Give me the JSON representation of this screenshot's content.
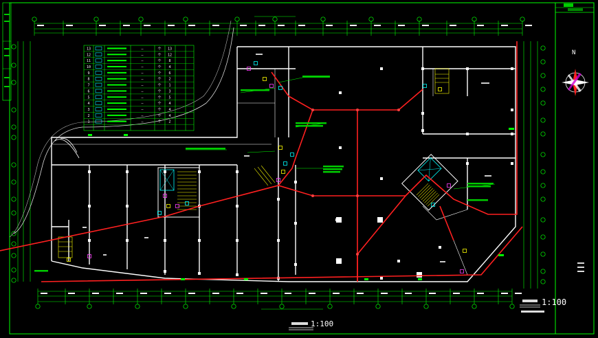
{
  "drawing": {
    "main_scale": "1:100",
    "side_scale": "1:100",
    "north": "N",
    "colors": {
      "background": "#000000",
      "frame": "#00ff00",
      "wall": "#ffffff",
      "fire_line": "#ff2020",
      "dimension": "#00ff00",
      "equipment": "#00ffff",
      "note": "#ffff00"
    }
  },
  "legend": {
    "rows": [
      {
        "no": "13",
        "dash": "—",
        "a": "个",
        "b": "13"
      },
      {
        "no": "12",
        "dash": "—",
        "a": "个",
        "b": "12"
      },
      {
        "no": "11",
        "dash": "—",
        "a": "个",
        "b": "8"
      },
      {
        "no": "10",
        "dash": "—",
        "a": "个",
        "b": "4"
      },
      {
        "no": "9",
        "dash": "—",
        "a": "个",
        "b": "6"
      },
      {
        "no": "8",
        "dash": "—",
        "a": "个",
        "b": "2"
      },
      {
        "no": "7",
        "dash": "—",
        "a": "个",
        "b": "1"
      },
      {
        "no": "6",
        "dash": "—",
        "a": "个",
        "b": "3"
      },
      {
        "no": "5",
        "dash": "—",
        "a": "个",
        "b": "5"
      },
      {
        "no": "4",
        "dash": "—",
        "a": "个",
        "b": "4"
      },
      {
        "no": "3",
        "dash": "—",
        "a": "个",
        "b": "4"
      },
      {
        "no": "2",
        "dash": "—",
        "a": "个",
        "b": "4"
      },
      {
        "no": "1",
        "dash": "—",
        "a": "个",
        "b": "2"
      }
    ]
  }
}
